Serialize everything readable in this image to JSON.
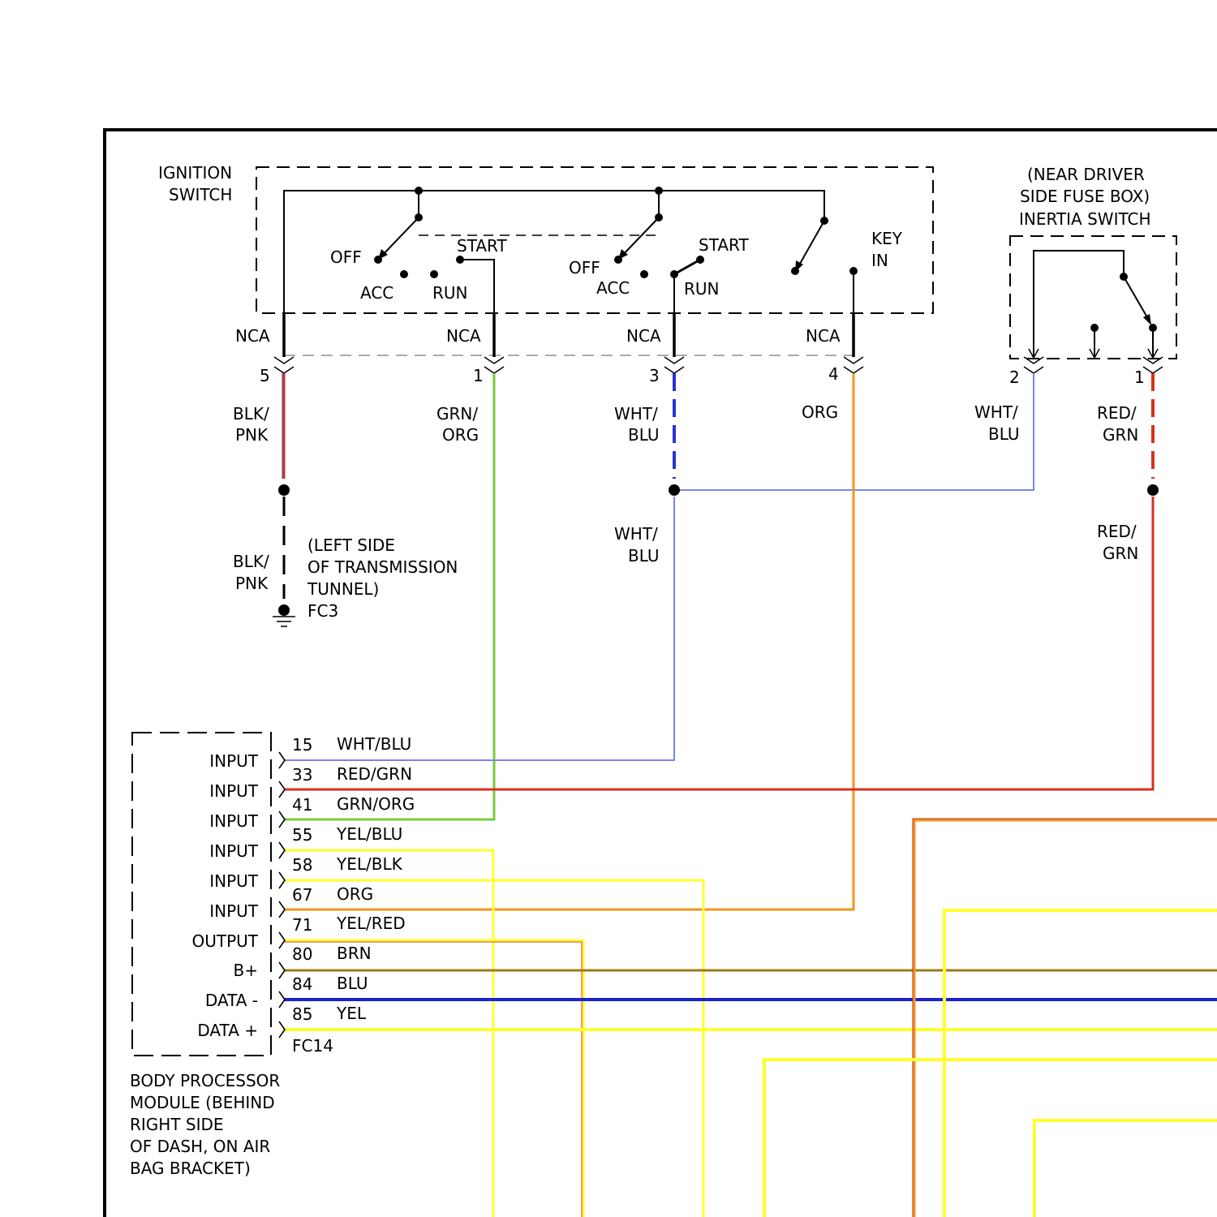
{
  "ignition_switch": {
    "label_line1": "IGNITION",
    "label_line2": "SWITCH",
    "positions": {
      "off": "OFF",
      "acc": "ACC",
      "run": "RUN",
      "start": "START",
      "key_in_line1": "KEY",
      "key_in_line2": "IN"
    }
  },
  "inertia_switch": {
    "location_line1": "(NEAR DRIVER",
    "location_line2": "SIDE FUSE BOX)",
    "label": "INERTIA SWITCH"
  },
  "nca_label": "NCA",
  "ignition_pins": [
    "5",
    "1",
    "3",
    "4"
  ],
  "inertia_pins": [
    "2",
    "1"
  ],
  "wire_labels": {
    "blk_pnk_1": "BLK/",
    "blk_pnk_2": "PNK",
    "grn_org_1": "GRN/",
    "grn_org_2": "ORG",
    "wht_blu_1": "WHT/",
    "wht_blu_2": "BLU",
    "org": "ORG",
    "red_grn_1": "RED/",
    "red_grn_2": "GRN"
  },
  "ground": {
    "location_line1": "(LEFT SIDE",
    "location_line2": "OF TRANSMISSION",
    "location_line3": "TUNNEL)",
    "id": "FC3"
  },
  "module": {
    "connector": "FC14",
    "name_lines": [
      "BODY PROCESSOR",
      "MODULE (BEHIND",
      "RIGHT SIDE",
      "OF DASH, ON AIR",
      "BAG BRACKET)"
    ],
    "pins": [
      {
        "fn": "INPUT",
        "pin": "15",
        "wire": "WHT/BLU"
      },
      {
        "fn": "INPUT",
        "pin": "33",
        "wire": "RED/GRN"
      },
      {
        "fn": "INPUT",
        "pin": "41",
        "wire": "GRN/ORG"
      },
      {
        "fn": "INPUT",
        "pin": "55",
        "wire": "YEL/BLU"
      },
      {
        "fn": "INPUT",
        "pin": "58",
        "wire": "YEL/BLK"
      },
      {
        "fn": "INPUT",
        "pin": "67",
        "wire": "ORG"
      },
      {
        "fn": "OUTPUT",
        "pin": "71",
        "wire": "YEL/RED"
      },
      {
        "fn": "B+",
        "pin": "80",
        "wire": "BRN"
      },
      {
        "fn": "DATA -",
        "pin": "84",
        "wire": "BLU"
      },
      {
        "fn": "DATA +",
        "pin": "85",
        "wire": "YEL"
      }
    ]
  },
  "colors": {
    "blk_pnk": "#c8304a",
    "grn_org": "#7dc93a",
    "wht_blu": "#2a33d6",
    "org": "#f0961e",
    "red_grn": "#d8311e",
    "yel": "#ffff30",
    "brn": "#a07a18",
    "blu": "#1a22d0"
  }
}
